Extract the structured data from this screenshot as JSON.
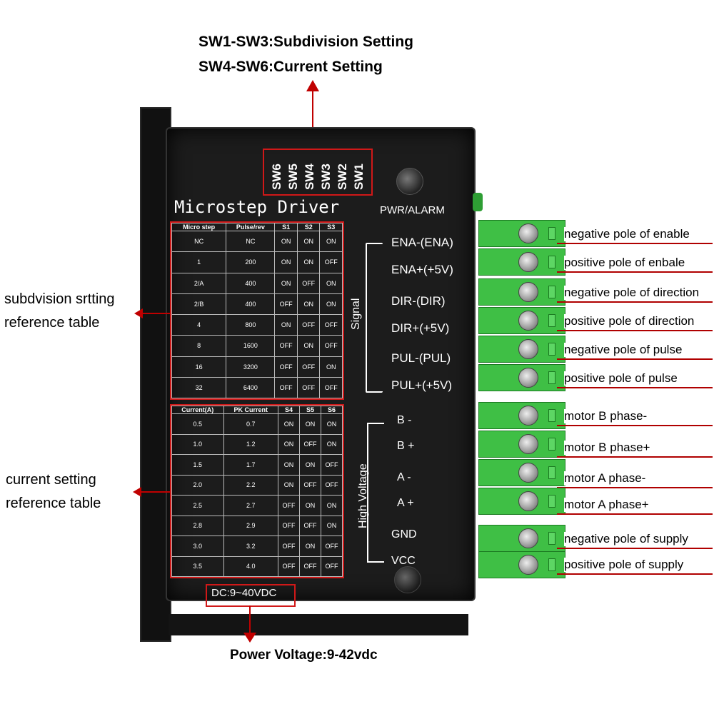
{
  "top_callout": {
    "line1": "SW1-SW3:Subdivision Setting",
    "line2": "SW4-SW6:Current Setting"
  },
  "left_callouts": {
    "subdivision": [
      "subdvision srtting",
      "reference table"
    ],
    "current": [
      "current setting",
      "reference table"
    ]
  },
  "bottom_callout": "Power Voltage:9-42vdc",
  "device": {
    "title": "Microstep Driver",
    "switches": [
      "SW6",
      "SW5",
      "SW4",
      "SW3",
      "SW2",
      "SW1"
    ],
    "pwr_label": "PWR/ALARM",
    "signal_group": "Signal",
    "hv_group": "High Voltage",
    "signal_pins": [
      "ENA-(ENA)",
      "ENA+(+5V)",
      "DIR-(DIR)",
      "DIR+(+5V)",
      "PUL-(PUL)",
      "PUL+(+5V)"
    ],
    "power_pins": [
      "B -",
      "B +",
      "A -",
      "A +",
      "GND",
      "VCC"
    ],
    "supply": "DC:9~40VDC",
    "subdivision_table": {
      "headers": [
        "Micro step",
        "Pulse/rev",
        "S1",
        "S2",
        "S3"
      ],
      "rows": [
        [
          "NC",
          "NC",
          "ON",
          "ON",
          "ON"
        ],
        [
          "1",
          "200",
          "ON",
          "ON",
          "OFF"
        ],
        [
          "2/A",
          "400",
          "ON",
          "OFF",
          "ON"
        ],
        [
          "2/B",
          "400",
          "OFF",
          "ON",
          "ON"
        ],
        [
          "4",
          "800",
          "ON",
          "OFF",
          "OFF"
        ],
        [
          "8",
          "1600",
          "OFF",
          "ON",
          "OFF"
        ],
        [
          "16",
          "3200",
          "OFF",
          "OFF",
          "ON"
        ],
        [
          "32",
          "6400",
          "OFF",
          "OFF",
          "OFF"
        ]
      ]
    },
    "current_table": {
      "headers": [
        "Current(A)",
        "PK Current",
        "S4",
        "S5",
        "S6"
      ],
      "rows": [
        [
          "0.5",
          "0.7",
          "ON",
          "ON",
          "ON"
        ],
        [
          "1.0",
          "1.2",
          "ON",
          "OFF",
          "ON"
        ],
        [
          "1.5",
          "1.7",
          "ON",
          "ON",
          "OFF"
        ],
        [
          "2.0",
          "2.2",
          "ON",
          "OFF",
          "OFF"
        ],
        [
          "2.5",
          "2.7",
          "OFF",
          "ON",
          "ON"
        ],
        [
          "2.8",
          "2.9",
          "OFF",
          "OFF",
          "ON"
        ],
        [
          "3.0",
          "3.2",
          "OFF",
          "ON",
          "OFF"
        ],
        [
          "3.5",
          "4.0",
          "OFF",
          "OFF",
          "OFF"
        ]
      ]
    }
  },
  "terminal_labels": [
    "negative pole of enable",
    "positive pole of  enbale",
    "negative pole of direction",
    "positive pole of direction",
    "negative pole of pulse",
    "positive pole of pulse",
    "motor B phase-",
    "motor B phase+",
    "motor A phase-",
    "motor A phase+",
    "negative pole of supply",
    "positive pole of supply"
  ],
  "colors": {
    "callout_red": "#c00000",
    "terminal_green": "#3fbf45",
    "device_body": "#1c1c1c"
  }
}
